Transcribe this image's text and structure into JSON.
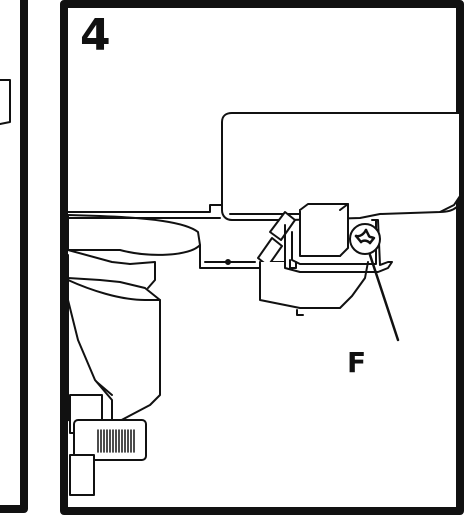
{
  "step": {
    "number": "4"
  },
  "callouts": [
    {
      "label": "F",
      "target": "screw"
    }
  ],
  "colors": {
    "ink": "#111111",
    "paper": "#ffffff"
  },
  "icons": [
    "screw-icon"
  ]
}
